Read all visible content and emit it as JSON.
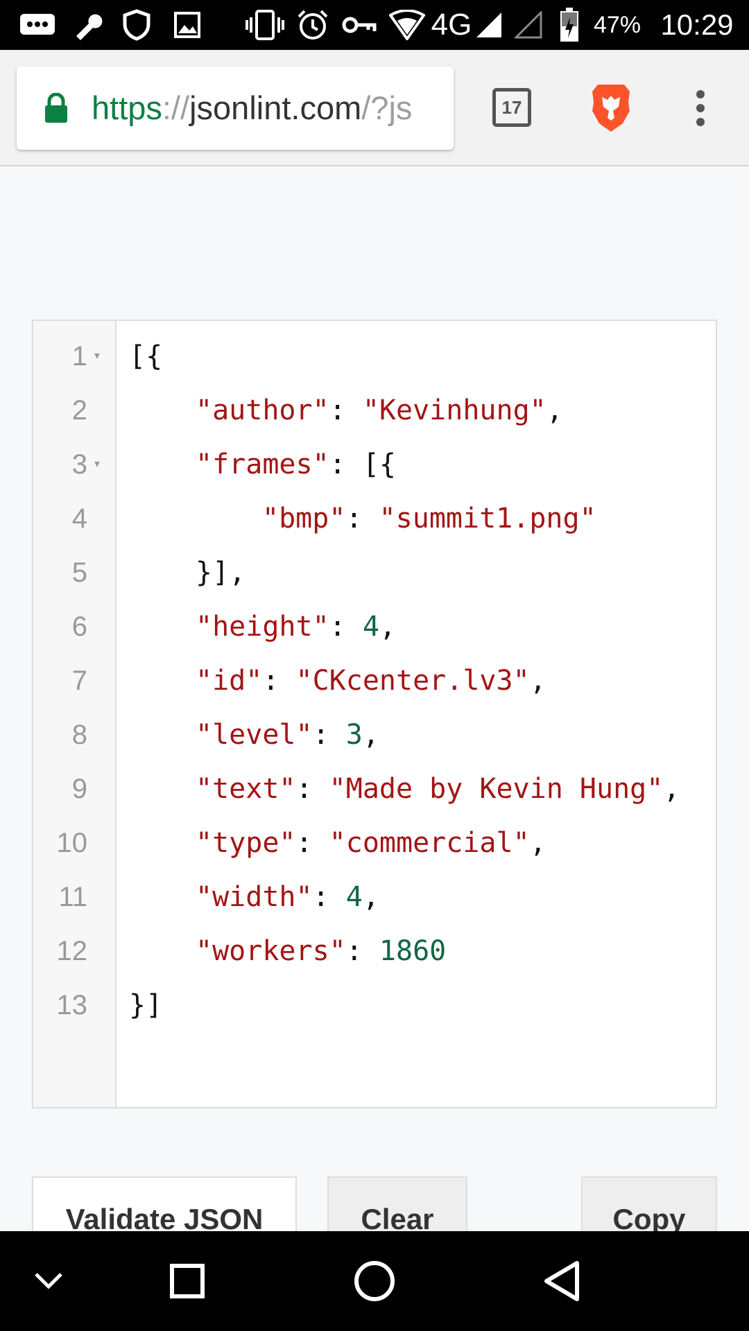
{
  "status_bar": {
    "network": "4G",
    "battery": "47%",
    "time": "10:29"
  },
  "browser": {
    "url_scheme": "https",
    "url_sep": "://",
    "url_host": "jsonlint.com",
    "url_rest": "/?js",
    "tab_count": "17"
  },
  "editor": {
    "lines": [
      {
        "n": "1",
        "fold": "▾"
      },
      {
        "n": "2",
        "fold": ""
      },
      {
        "n": "3",
        "fold": "▾"
      },
      {
        "n": "4",
        "fold": ""
      },
      {
        "n": "5",
        "fold": ""
      },
      {
        "n": "6",
        "fold": ""
      },
      {
        "n": "7",
        "fold": ""
      },
      {
        "n": "8",
        "fold": ""
      },
      {
        "n": "9",
        "fold": ""
      },
      {
        "n": "10",
        "fold": ""
      },
      {
        "n": "11",
        "fold": ""
      },
      {
        "n": "12",
        "fold": ""
      },
      {
        "n": "13",
        "fold": ""
      }
    ],
    "code": [
      {
        "indent": 0,
        "tokens": [
          {
            "t": "pun",
            "v": "[{"
          }
        ]
      },
      {
        "indent": 1,
        "tokens": [
          {
            "t": "key",
            "v": "\"author\""
          },
          {
            "t": "pun",
            "v": ": "
          },
          {
            "t": "str",
            "v": "\"Kevinhung\""
          },
          {
            "t": "pun",
            "v": ","
          }
        ]
      },
      {
        "indent": 1,
        "tokens": [
          {
            "t": "key",
            "v": "\"frames\""
          },
          {
            "t": "pun",
            "v": ": [{"
          }
        ]
      },
      {
        "indent": 2,
        "tokens": [
          {
            "t": "key",
            "v": "\"bmp\""
          },
          {
            "t": "pun",
            "v": ": "
          },
          {
            "t": "str",
            "v": "\"summit1.png\""
          }
        ]
      },
      {
        "indent": 1,
        "tokens": [
          {
            "t": "pun",
            "v": "}],"
          }
        ]
      },
      {
        "indent": 1,
        "tokens": [
          {
            "t": "key",
            "v": "\"height\""
          },
          {
            "t": "pun",
            "v": ": "
          },
          {
            "t": "num",
            "v": "4"
          },
          {
            "t": "pun",
            "v": ","
          }
        ]
      },
      {
        "indent": 1,
        "tokens": [
          {
            "t": "key",
            "v": "\"id\""
          },
          {
            "t": "pun",
            "v": ": "
          },
          {
            "t": "str",
            "v": "\"CKcenter.lv3\""
          },
          {
            "t": "pun",
            "v": ","
          }
        ]
      },
      {
        "indent": 1,
        "tokens": [
          {
            "t": "key",
            "v": "\"level\""
          },
          {
            "t": "pun",
            "v": ": "
          },
          {
            "t": "num",
            "v": "3"
          },
          {
            "t": "pun",
            "v": ","
          }
        ]
      },
      {
        "indent": 1,
        "tokens": [
          {
            "t": "key",
            "v": "\"text\""
          },
          {
            "t": "pun",
            "v": ": "
          },
          {
            "t": "str",
            "v": "\"Made by Kevin Hung\""
          },
          {
            "t": "pun",
            "v": ","
          }
        ]
      },
      {
        "indent": 1,
        "tokens": [
          {
            "t": "key",
            "v": "\"type\""
          },
          {
            "t": "pun",
            "v": ": "
          },
          {
            "t": "str",
            "v": "\"commercial\""
          },
          {
            "t": "pun",
            "v": ","
          }
        ]
      },
      {
        "indent": 1,
        "tokens": [
          {
            "t": "key",
            "v": "\"width\""
          },
          {
            "t": "pun",
            "v": ": "
          },
          {
            "t": "num",
            "v": "4"
          },
          {
            "t": "pun",
            "v": ","
          }
        ]
      },
      {
        "indent": 1,
        "tokens": [
          {
            "t": "key",
            "v": "\"workers\""
          },
          {
            "t": "pun",
            "v": ": "
          },
          {
            "t": "num",
            "v": "1860"
          }
        ]
      },
      {
        "indent": 0,
        "tokens": [
          {
            "t": "pun",
            "v": "}]"
          }
        ]
      }
    ]
  },
  "buttons": {
    "validate": "Validate JSON",
    "clear": "Clear",
    "copy": "Copy"
  },
  "colors": {
    "key": "#a31515",
    "string": "#a31515",
    "number": "#116644",
    "url_secure": "#0b8043",
    "brave": "#fb542b"
  }
}
